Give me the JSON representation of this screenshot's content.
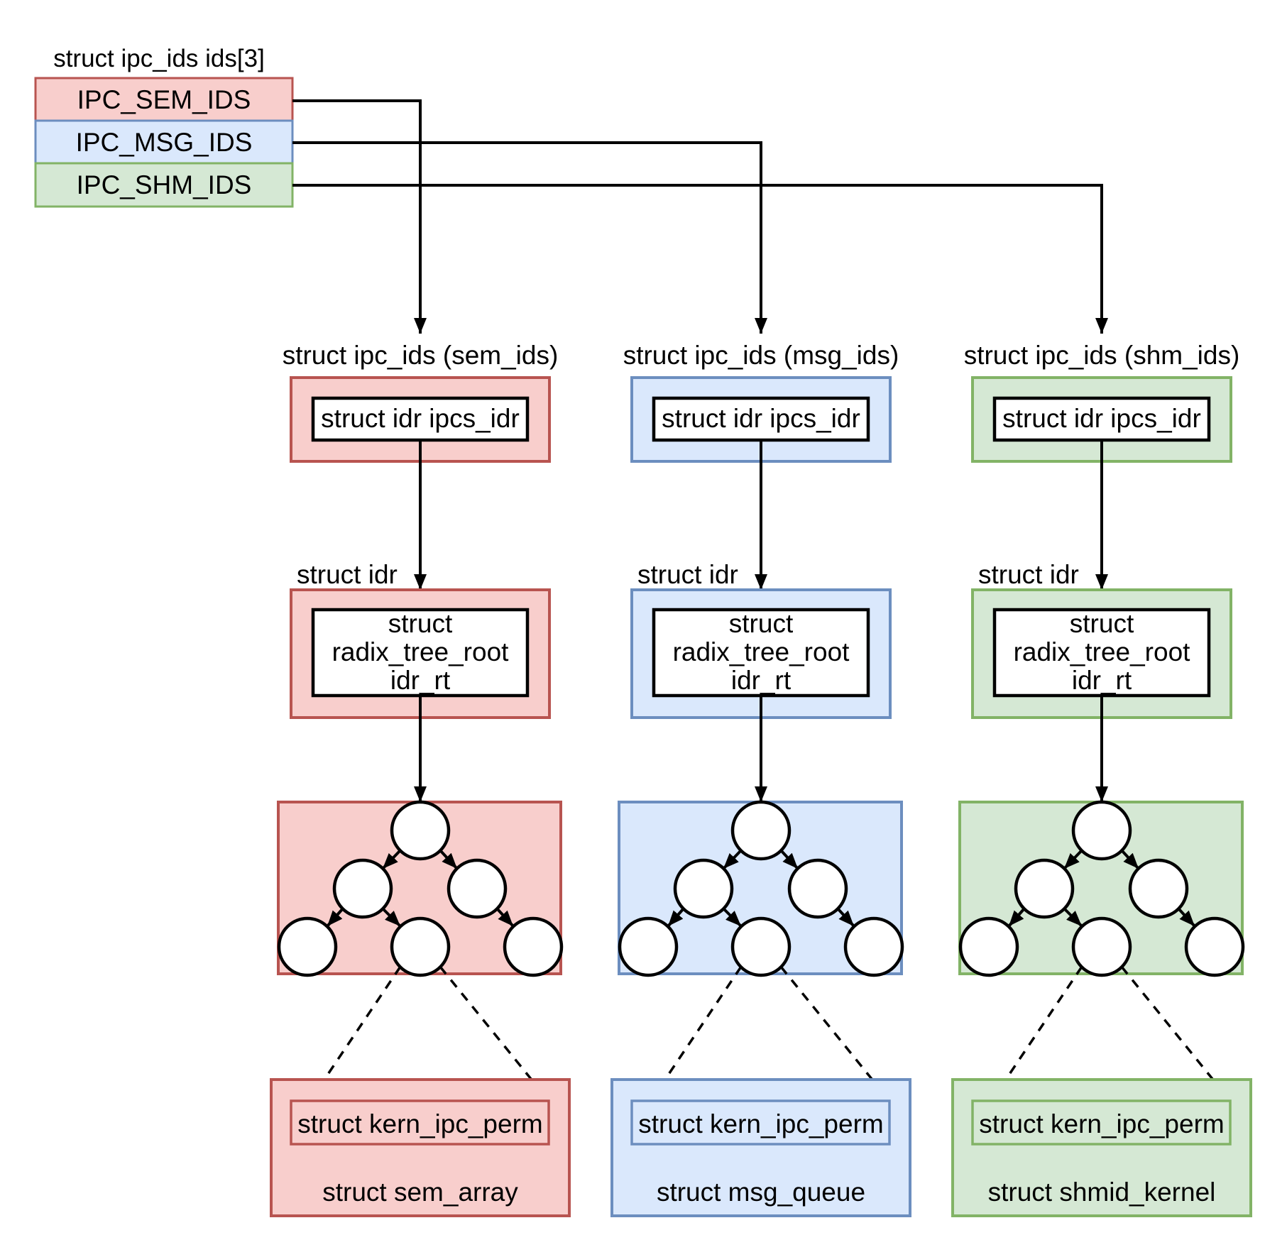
{
  "background": "#ffffff",
  "connector_color": "#000000",
  "node": {
    "fill": "#ffffff",
    "stroke": "#000000"
  },
  "array_stack": {
    "title": "struct ipc_ids ids[3]",
    "rows": [
      {
        "label": "IPC_SEM_IDS",
        "fill": "#f8cecc",
        "stroke": "#b85450"
      },
      {
        "label": "IPC_MSG_IDS",
        "fill": "#dae8fc",
        "stroke": "#6c8ebf"
      },
      {
        "label": "IPC_SHM_IDS",
        "fill": "#d5e8d4",
        "stroke": "#82b366"
      }
    ]
  },
  "columns": [
    {
      "id": "sem",
      "header": "struct ipc_ids (sem_ids)",
      "ipcs_idr": "struct idr ipcs_idr",
      "idr_label": "struct idr",
      "radix1": "struct",
      "radix2": "radix_tree_root",
      "radix3": "idr_rt",
      "kern_ipc_perm": "struct kern_ipc_perm",
      "struct_name": "struct sem_array",
      "fill": "#f8cecc",
      "stroke": "#b85450"
    },
    {
      "id": "msg",
      "header": "struct ipc_ids (msg_ids)",
      "ipcs_idr": "struct idr ipcs_idr",
      "idr_label": "struct idr",
      "radix1": "struct",
      "radix2": "radix_tree_root",
      "radix3": "idr_rt",
      "kern_ipc_perm": "struct kern_ipc_perm",
      "struct_name": "struct msg_queue",
      "fill": "#dae8fc",
      "stroke": "#6c8ebf"
    },
    {
      "id": "shm",
      "header": "struct ipc_ids (shm_ids)",
      "ipcs_idr": "struct idr ipcs_idr",
      "idr_label": "struct idr",
      "radix1": "struct",
      "radix2": "radix_tree_root",
      "radix3": "idr_rt",
      "kern_ipc_perm": "struct kern_ipc_perm",
      "struct_name": "struct shmid_kernel",
      "fill": "#d5e8d4",
      "stroke": "#82b366"
    }
  ]
}
